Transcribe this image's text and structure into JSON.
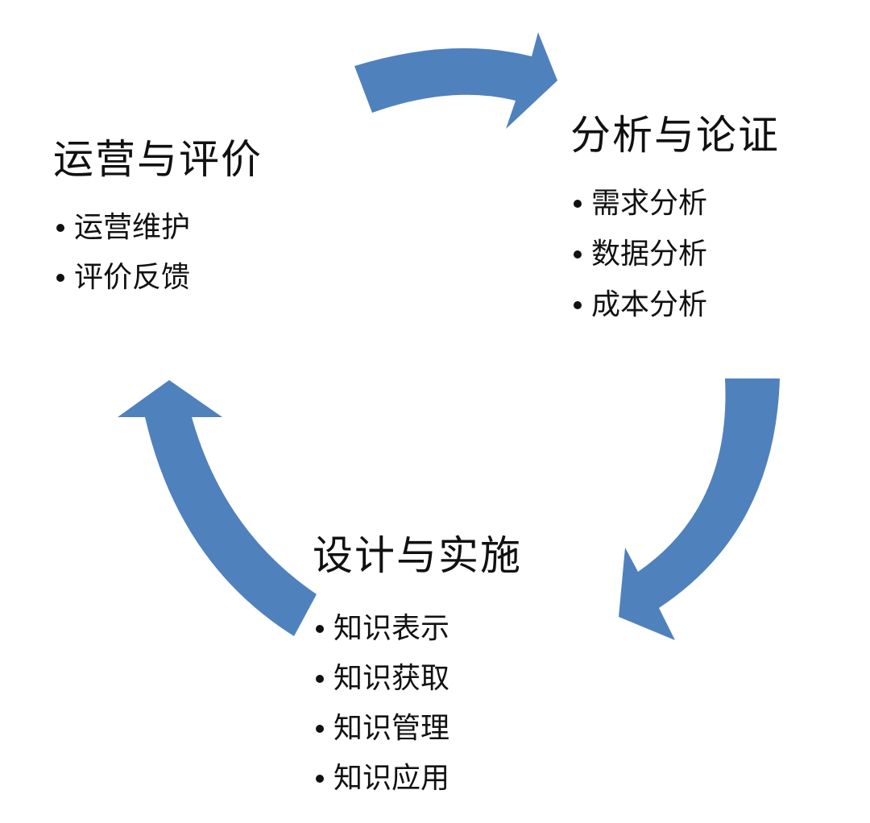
{
  "colors": {
    "arrow": "#4f81bd",
    "text": "#111111",
    "background": "#ffffff"
  },
  "stages": {
    "ops": {
      "title": "运营与评价",
      "items": [
        "运营维护",
        "评价反馈"
      ]
    },
    "analysis": {
      "title": "分析与论证",
      "items": [
        "需求分析",
        "数据分析",
        "成本分析"
      ]
    },
    "design": {
      "title": "设计与实施",
      "items": [
        "知识表示",
        "知识获取",
        "知识管理",
        "知识应用"
      ]
    }
  }
}
